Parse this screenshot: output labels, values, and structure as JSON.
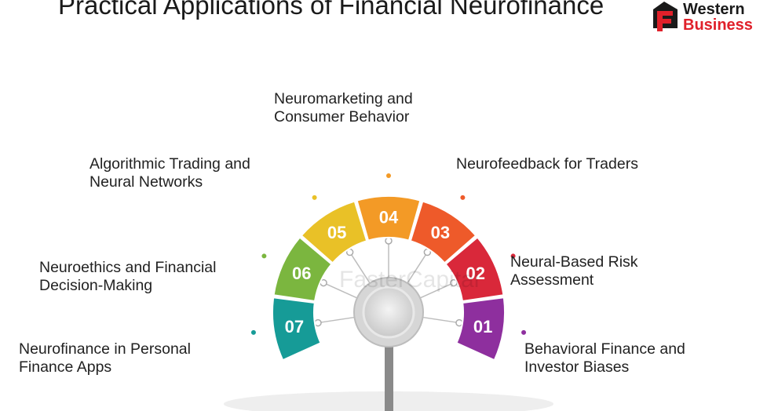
{
  "title": "Practical Applications of Financial Neurofinance",
  "logo": {
    "line1": "Western",
    "line2": "Business",
    "accent": "#e0202a"
  },
  "watermark": "FasterCapital",
  "items": [
    {
      "num": "01",
      "line1": "Behavioral Finance and",
      "line2": "Investor Biases",
      "color": "#8e2f9e"
    },
    {
      "num": "02",
      "line1": "Neural-Based Risk",
      "line2": "Assessment",
      "color": "#d9283a"
    },
    {
      "num": "03",
      "line1": "Neurofeedback for Traders",
      "line2": "",
      "color": "#ee5a2a"
    },
    {
      "num": "04",
      "line1": "Neuromarketing and",
      "line2": "Consumer Behavior",
      "color": "#f39a26"
    },
    {
      "num": "05",
      "line1": "Algorithmic Trading and",
      "line2": "Neural Networks",
      "color": "#e9c127"
    },
    {
      "num": "06",
      "line1": "Neuroethics and Financial",
      "line2": "Decision-Making",
      "color": "#7bb63f"
    },
    {
      "num": "07",
      "line1": "Neurofinance in Personal",
      "line2": "Finance Apps",
      "color": "#169b97"
    }
  ]
}
